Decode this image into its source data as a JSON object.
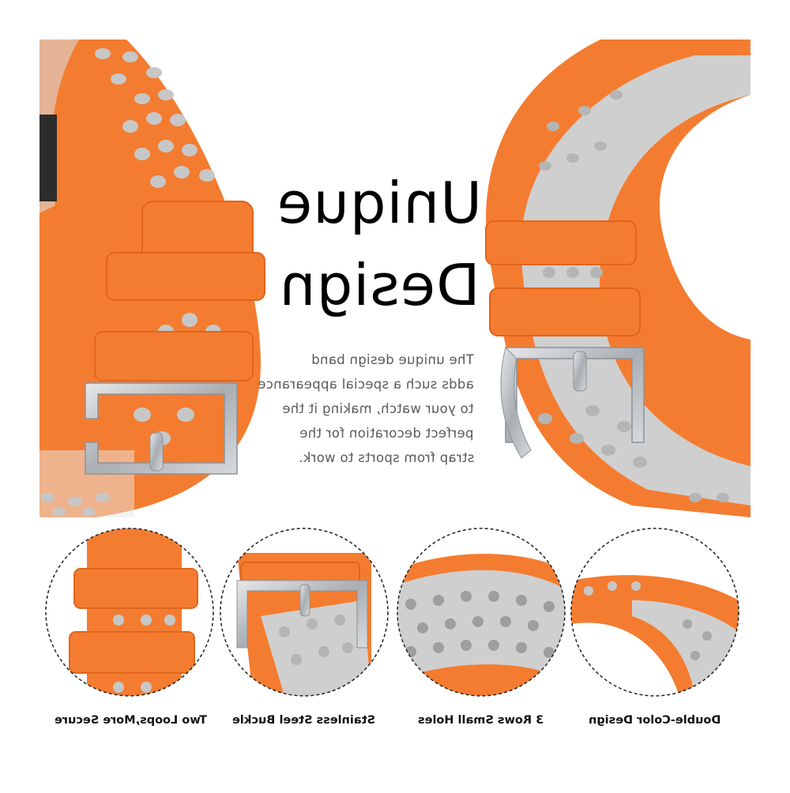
{
  "headline": {
    "line1": "Unique",
    "line2": "Design"
  },
  "description": {
    "lines": [
      "The unique design band",
      "adds such a  special appearance",
      "to your watch, making it the",
      "perfect decoration for the",
      "strap from sports to work."
    ]
  },
  "features": [
    {
      "label": "Two Loops,More Secure"
    },
    {
      "label": "Stainless Steel Buckle"
    },
    {
      "label": "3 Rows Small Holes"
    },
    {
      "label": "Double-Color Design"
    }
  ],
  "colors": {
    "band_orange": "#f47c30",
    "band_orange_dark": "#e0651c",
    "inner_gray": "#c9c9c9",
    "hole_gray": "#bdbdbd",
    "buckle_steel": "#b8bcc0",
    "text_dark": "#111111",
    "text_gray": "#5a5a5a"
  }
}
